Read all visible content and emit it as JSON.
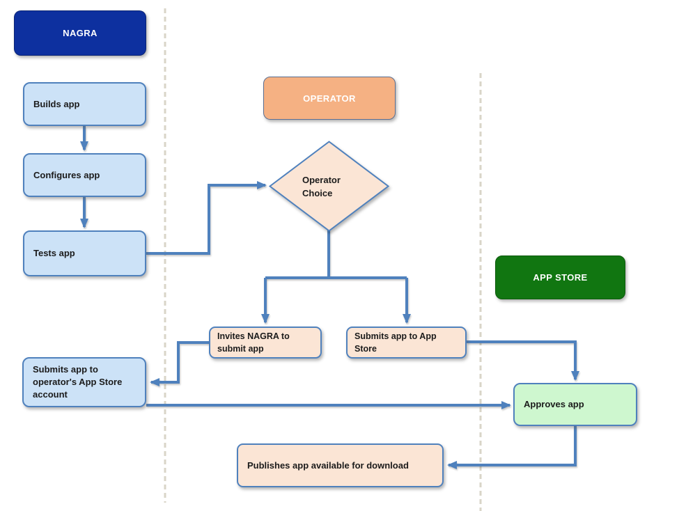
{
  "diagram_type": "flowchart",
  "nodes": {
    "nagra_header": {
      "label": "NAGRA",
      "role": "lane-header",
      "fill": "#0D309F"
    },
    "builds_app": {
      "label": "Builds app",
      "fill": "#CCE2F7"
    },
    "configures_app": {
      "label": "Configures app",
      "fill": "#CCE2F7"
    },
    "tests_app": {
      "label": "Tests app",
      "fill": "#CCE2F7"
    },
    "operator_header": {
      "label": "OPERATOR",
      "role": "lane-header",
      "fill": "#F5B183"
    },
    "operator_choice": {
      "label": "Operator Choice",
      "shape": "diamond",
      "fill": "#FBE5D5"
    },
    "invites_nagra": {
      "label": "Invites NAGRA to submit app",
      "fill": "#FBE5D5"
    },
    "submits_app_store": {
      "label": "Submits app to App Store",
      "fill": "#FBE5D5"
    },
    "app_store_header": {
      "label": "APP STORE",
      "role": "lane-header",
      "fill": "#117611"
    },
    "operator_account": {
      "label": "Submits app to operator's App Store account",
      "fill": "#CCE2F7"
    },
    "approves_app": {
      "label": "Approves app",
      "fill": "#CEF7CF"
    },
    "publishes_app": {
      "label": "Publishes app available for download",
      "fill": "#FBE5D5"
    }
  },
  "edges": [
    {
      "from": "builds_app",
      "to": "configures_app"
    },
    {
      "from": "configures_app",
      "to": "tests_app"
    },
    {
      "from": "tests_app",
      "to": "operator_choice"
    },
    {
      "from": "operator_choice",
      "to": "invites_nagra"
    },
    {
      "from": "operator_choice",
      "to": "submits_app_store"
    },
    {
      "from": "invites_nagra",
      "to": "operator_account"
    },
    {
      "from": "submits_app_store",
      "to": "approves_app"
    },
    {
      "from": "operator_account",
      "to": "approves_app"
    },
    {
      "from": "approves_app",
      "to": "publishes_app"
    }
  ],
  "colors": {
    "connector": "#4F81BD",
    "node_border": "#4F81BD",
    "navy": "#0D309F",
    "orange": "#F5B183",
    "peach": "#FBE5D5",
    "light_blue": "#CCE2F7",
    "dark_green": "#117611",
    "mint": "#CEF7CF",
    "lane_divider": "#D9D5C8",
    "text_dark": "#1B1B1B"
  }
}
